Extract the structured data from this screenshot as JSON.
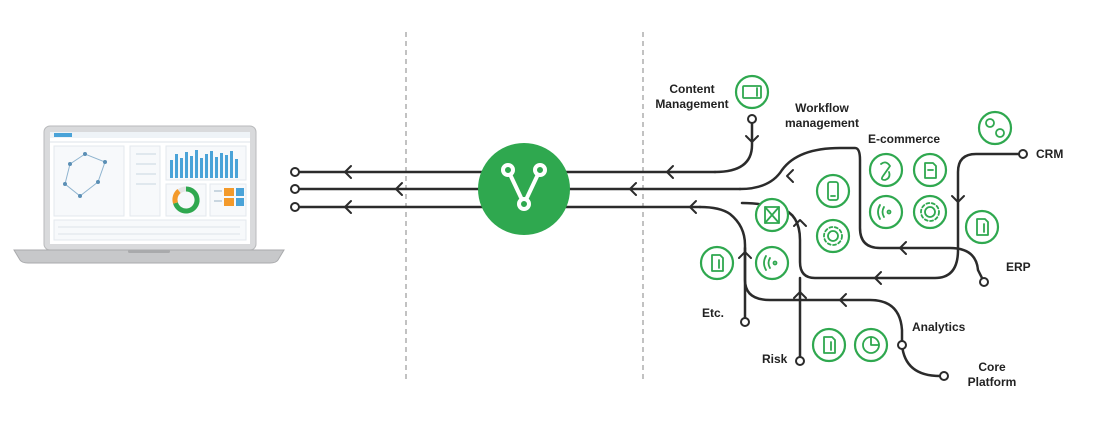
{
  "diagram": {
    "hub_icon": "v-logo-icon",
    "labels": {
      "content_management_line1": "Content",
      "content_management_line2": "Management",
      "workflow_line1": "Workflow",
      "workflow_line2": "management",
      "ecommerce": "E-commerce",
      "crm": "CRM",
      "erp": "ERP",
      "etc": "Etc.",
      "analytics": "Analytics",
      "risk": "Risk",
      "core_platform_line1": "Core",
      "core_platform_line2": "Platform"
    },
    "node_icons": [
      "display-icon",
      "link-icon",
      "document-icon",
      "phone-icon",
      "box-icon",
      "wifi-icon",
      "gear-icon",
      "gear-icon",
      "document-icon",
      "document-icon",
      "wifi-icon",
      "document-icon",
      "chart-icon",
      "gears-icon"
    ],
    "colors": {
      "green": "#2fa84f",
      "line": "#2b2b2b",
      "dash": "#9a9a9a"
    }
  }
}
